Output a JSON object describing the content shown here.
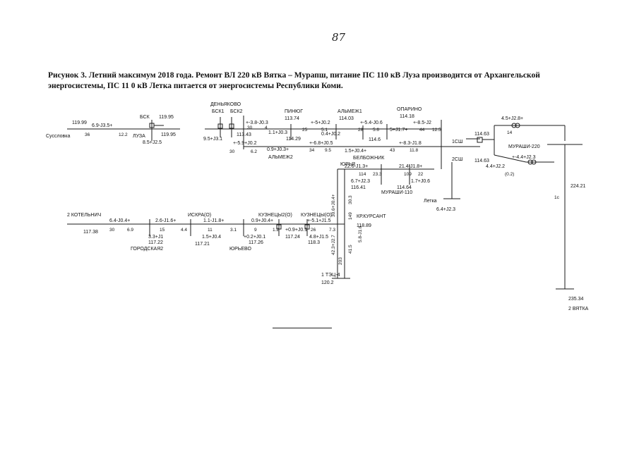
{
  "page_number": "87",
  "caption": {
    "line1": "Рисунок 3. Летний максимум 2018 года. Ремонт ВЛ 220 кВ Вятка – Мурапш, питание ПС 110 кВ Луза производится от Архангельской",
    "line2": "энергосистемы, ПС 11 0 кВ Летка питается от энергосистемы Республики Коми."
  },
  "labels": {
    "susolovka_v": "119.99",
    "susolovka_flow": "6.9-J3.5+",
    "susolovka": "Суссловка",
    "susolovka_p": "36",
    "bsk": "БСК",
    "bsk_v": "119.95",
    "luza": "ЛУЗА",
    "luza_v": "119.95",
    "luza_flow": "8.5+J2.5",
    "luza_p": "12.2",
    "denyakovo": "ДЕНЬЯКОВО",
    "bsk1": "БСК1",
    "bsk2": "БСК2",
    "bsk_bus_v": "113.43",
    "flow_a": "+-3.8-J0.3",
    "flow_a_p1": "30",
    "flow_a_p2": "4",
    "flow_b": "9.5+J3.1",
    "flow_c": "+-5.9+J0.2",
    "flow_c_p1": "30",
    "flow_c_p2": "6.2",
    "pinyug": "ПИНЮГ",
    "pinyug_v": "113.74",
    "flow_d": "1.1+J0.3",
    "pinyug_v2": "114.29",
    "flow_e": "+-5+J0.2",
    "flow_e_p1": "25",
    "flow_e_p2": "5.1",
    "almezh1": "АЛЬМЕЖ1",
    "almezh1_v": "114.03",
    "flow_f": "0.4+J0.2",
    "flow_g": "0.9+J0.3+",
    "almezh2": "АЛЬМЕЖ2",
    "flow_g_p1": "34",
    "flow_g_p2": "9.5",
    "flow_h": "+-6.8+J0.5",
    "flow_i": "+-5.4-J0.6",
    "flow_i_p1": "28",
    "flow_i_p2": "5.6",
    "oparino": "ОПАРИНО",
    "oparino_v": "114.18",
    "flow_j": "+-8.5-J2",
    "flow_j_p1": "44",
    "flow_j_p2": "12.5",
    "flow_k": "5+J1.7+",
    "v_114_6": "114.6",
    "flow_l": "1.5+J0.4+",
    "flow_m": "+-8.3-J1.8",
    "flow_m_p1": "43",
    "flow_m_p2": "11.8",
    "belbozhnik": "БЕЛБОЖНИК",
    "bus1": "1СШ",
    "bus2": "2СШ",
    "v_1463a": "114.63",
    "v_1463b": "114.63",
    "p14": "14",
    "flow_n": "4.5+J2.8+",
    "murashi220": "МУРАШИ-220",
    "flow_o": "+-4.4+J2.3",
    "flow_p": "4.4+J2.2",
    "p_02": "(0.2)",
    "v_22421": "224.21",
    "p_1c": "1с",
    "v_23534": "235.34",
    "vyatka2": "2 ВЯТКА",
    "letka": "Летка",
    "letka_flow": "6.4+J2.3",
    "yurya": "ЮРЬЯ",
    "flow_q": "22.6-J1.3+",
    "flow_q_p1": "114",
    "flow_q_p2": "23.3",
    "flow_r": "6.7+J2.3",
    "v_11641": "116.41",
    "flow_s": "21.4-J1.8+",
    "flow_s_p1": "109",
    "flow_s_p2": "22",
    "flow_t": "1.7+J0.6",
    "v_11464": "114.64",
    "murashi110": "МУРАШИ-110",
    "kotelnich": "2 КОТЕЛЬНИЧ",
    "kotelnich_v": "117.38",
    "flow_u": "6.4-J0.4+",
    "flow_u_p1": "30",
    "flow_u_p2": "6.9",
    "flow_v": "2.6-J1.6+",
    "flow_v_p1": "15",
    "flow_v_p2": "4.4",
    "flow_w": "3.3+J1",
    "v_11722": "117.22",
    "gorodskaya2": "ГОРОДСКАЯ2",
    "iskra": "ИСКРА(О)",
    "flow_x": "1.1-J1.8+",
    "flow_x_p1": "11",
    "flow_x_p2": "3.1",
    "flow_y": "1.5+J0.4",
    "v_11721": "117.21",
    "kuzn2": "КУЗНЕЦЫ2(О)",
    "flow_z": "0.9+J0.4+",
    "flow_z_p1": "9",
    "flow_z_p2": "1.2",
    "flow_aa": "+0.2+J0.1",
    "v_11726": "117.26",
    "yurevo": "ЮРЬЕВО",
    "kuzn": "КУЗНЕЦЫ(О)",
    "flow_bb": "+-5.1+J1.5",
    "flow_bb_p1": "26",
    "flow_bb_p2": "7.3",
    "flow_cc": "+0.9+J0.1",
    "v_11724": "117.24",
    "flow_dd": "4.8+J1.5",
    "v_1183": "118.3",
    "kr_kursant": "КР.КУРСАНТ",
    "v_11889": "118.89",
    "vert_a": "30.6+J0.4+",
    "vert_b": "30.3",
    "vert_c": "149",
    "vert_d": "5.8-J1.6",
    "vert_e": "42.3+J2.7",
    "vert_f": "203",
    "vert_g": "41.5",
    "tec4": "1 ТЭЦ-4",
    "tec4_v": "120.2"
  }
}
